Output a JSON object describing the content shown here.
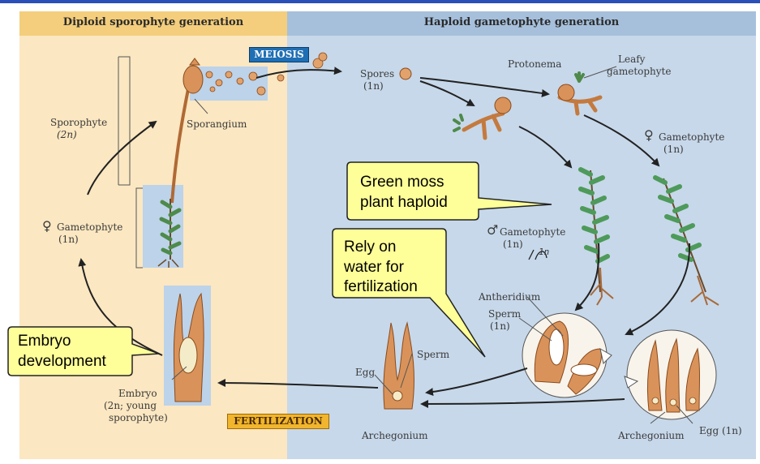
{
  "headers": {
    "left": "Diploid sporophyte generation",
    "right": "Haploid gametophyte generation"
  },
  "stage_tags": {
    "meiosis": "MEIOSIS",
    "fertilization": "FERTILIZATION"
  },
  "labels": {
    "sporophyte_line1": "Sporophyte",
    "sporophyte_line2": "(2n)",
    "sporangium": "Sporangium",
    "female_gametophyte_left_line1": "Gametophyte",
    "female_gametophyte_left_line2": "(1n)",
    "embryo_line1": "Embryo",
    "embryo_line2": "(2n; young",
    "embryo_line3": "sporophyte)",
    "spores_line1": "Spores",
    "spores_line2": "(1n)",
    "protonema": "Protonema",
    "leafy_line1": "Leafy",
    "leafy_line2": "gametophyte",
    "female_gametophyte_right_line1": "Gametophyte",
    "female_gametophyte_right_line2": "(1n)",
    "male_gametophyte_line1": "Gametophyte",
    "male_gametophyte_line2": "(1n)",
    "handwritten_note": "1n",
    "antheridium": "Antheridium",
    "sperm_right_line1": "Sperm",
    "sperm_right_line2": "(1n)",
    "sperm_center": "Sperm",
    "egg_center": "Egg",
    "archegonium_center": "Archegonium",
    "archegonium_right": "Archegonium",
    "egg_right": "Egg (1n)"
  },
  "symbols": {
    "female": "♀",
    "male": "♂"
  },
  "callouts": {
    "green_moss_line1": "Green moss",
    "green_moss_line2": "plant haploid",
    "water_line1": "Rely on",
    "water_line2": "water for",
    "water_line3": "fertilization",
    "embryo_line1": "Embryo",
    "embryo_line2": "development"
  },
  "colors": {
    "left_panel": "#fbe7c1",
    "left_header": "#f4ce7c",
    "right_panel": "#c7d8ea",
    "right_header": "#a6c0dc",
    "callout_fill": "#ffff99",
    "meiosis_tag": "#1f6fb4",
    "fertilization_tag": "#f1b52e"
  }
}
